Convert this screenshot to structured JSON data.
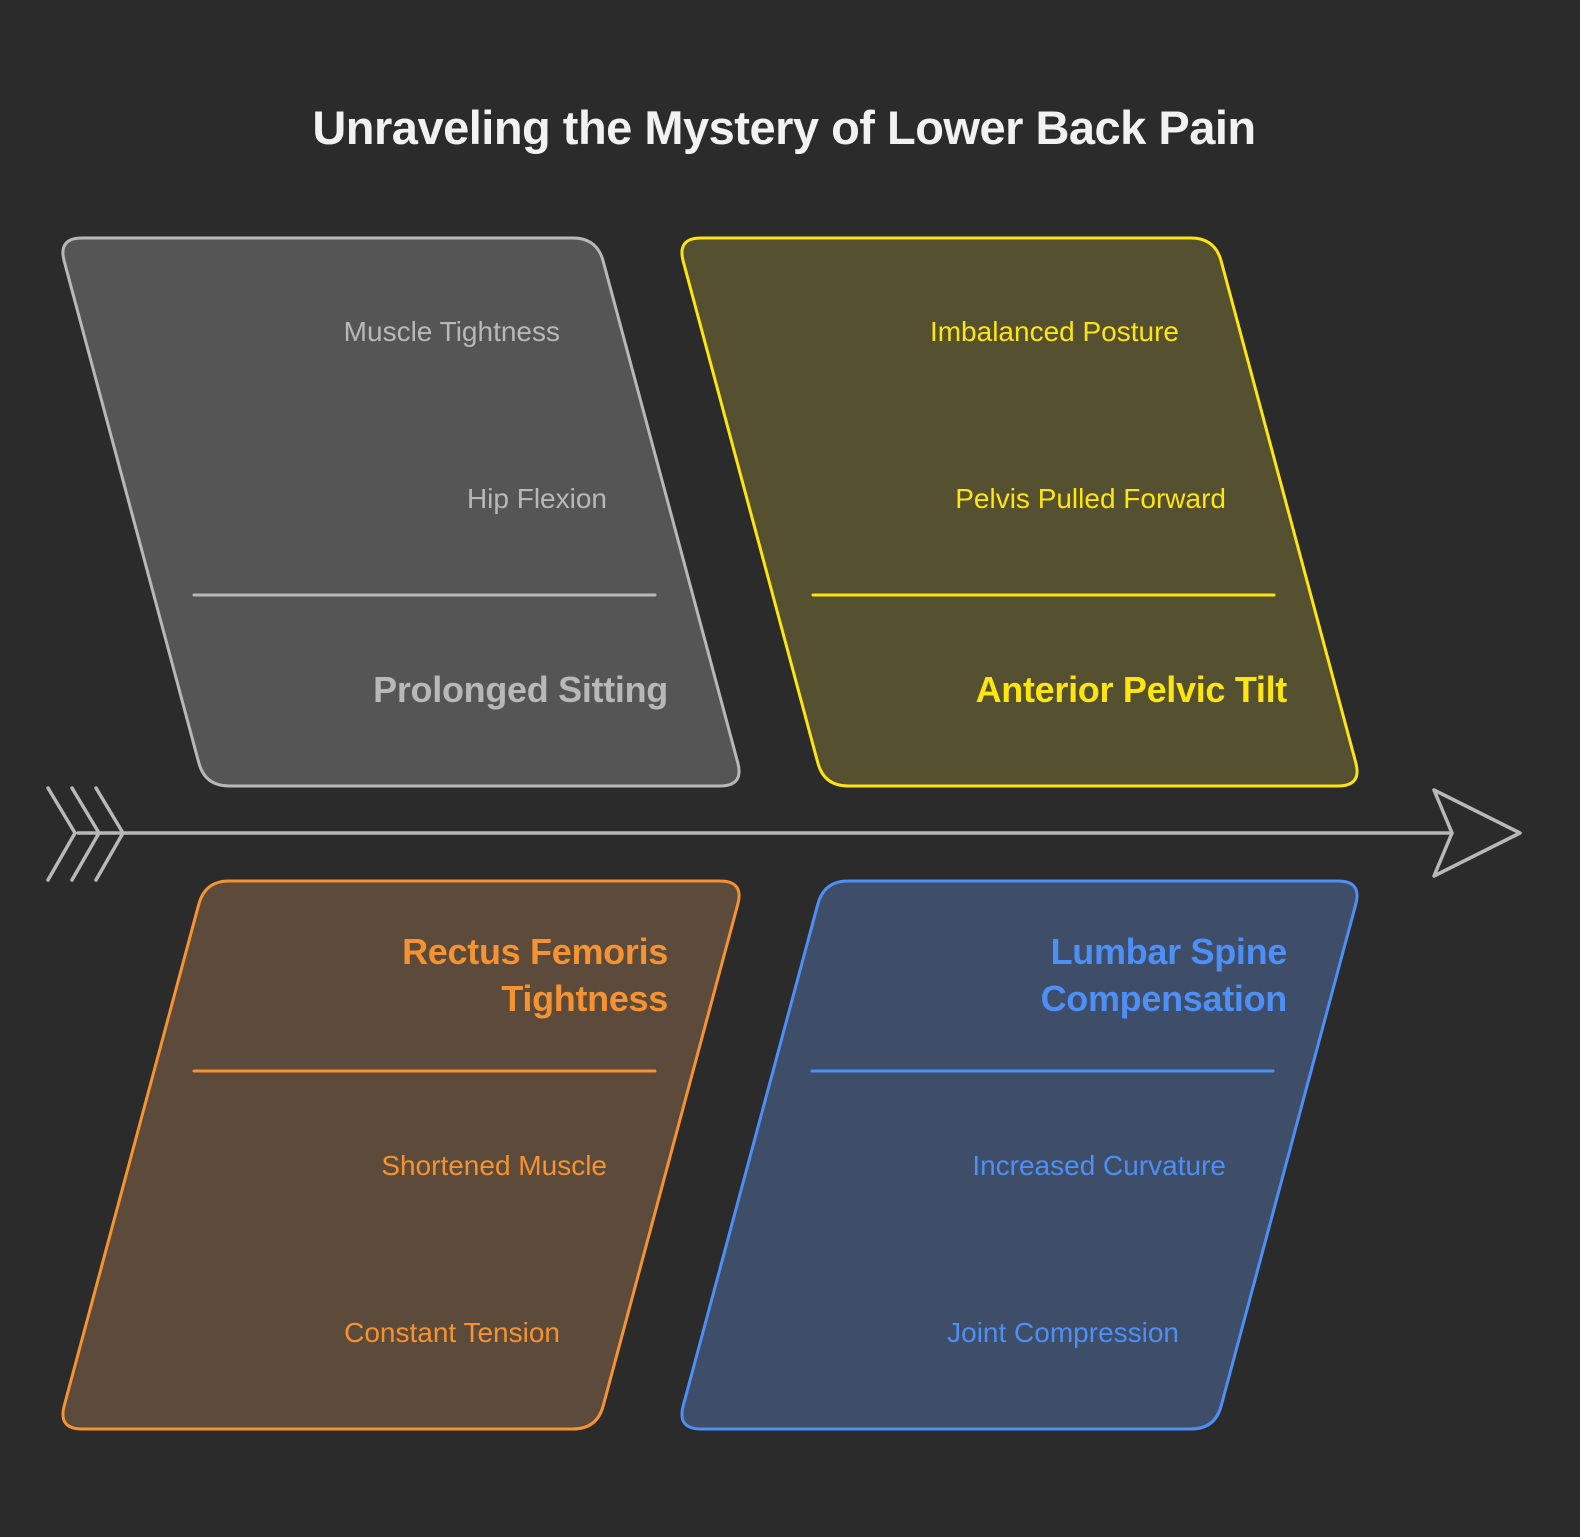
{
  "title": "Unraveling the Mystery of Lower Back Pain",
  "effect_arrow": {
    "icon": "fishbone-arrow",
    "color": "#b8b8b8"
  },
  "categories": [
    {
      "id": "prolonged-sitting",
      "position": "top-left",
      "heading": "Prolonged Sitting",
      "causes": [
        "Muscle Tightness",
        "Hip Flexion"
      ],
      "stroke": "#b8b8b8",
      "fill": "#555555",
      "text_color": "#b8b8b8"
    },
    {
      "id": "anterior-pelvic-tilt",
      "position": "top-right",
      "heading": "Anterior Pelvic Tilt",
      "causes": [
        "Imbalanced Posture",
        "Pelvis Pulled Forward"
      ],
      "stroke": "#fde510",
      "fill": "#545030",
      "text_color": "#fde510"
    },
    {
      "id": "rectus-femoris-tightness",
      "position": "bottom-left",
      "heading": "Rectus Femoris Tightness",
      "heading_lines": [
        "Rectus Femoris",
        "Tightness"
      ],
      "causes": [
        "Shortened Muscle",
        "Constant Tension"
      ],
      "stroke": "#f59333",
      "fill": "#5c4a3a",
      "text_color": "#f59333"
    },
    {
      "id": "lumbar-spine-compensation",
      "position": "bottom-right",
      "heading": "Lumbar Spine Compensation",
      "heading_lines": [
        "Lumbar Spine",
        "Compensation"
      ],
      "causes": [
        "Increased Curvature",
        "Joint Compression"
      ],
      "stroke": "#4d8ff5",
      "fill": "#3e4e69",
      "text_color": "#4d8ff5"
    }
  ]
}
